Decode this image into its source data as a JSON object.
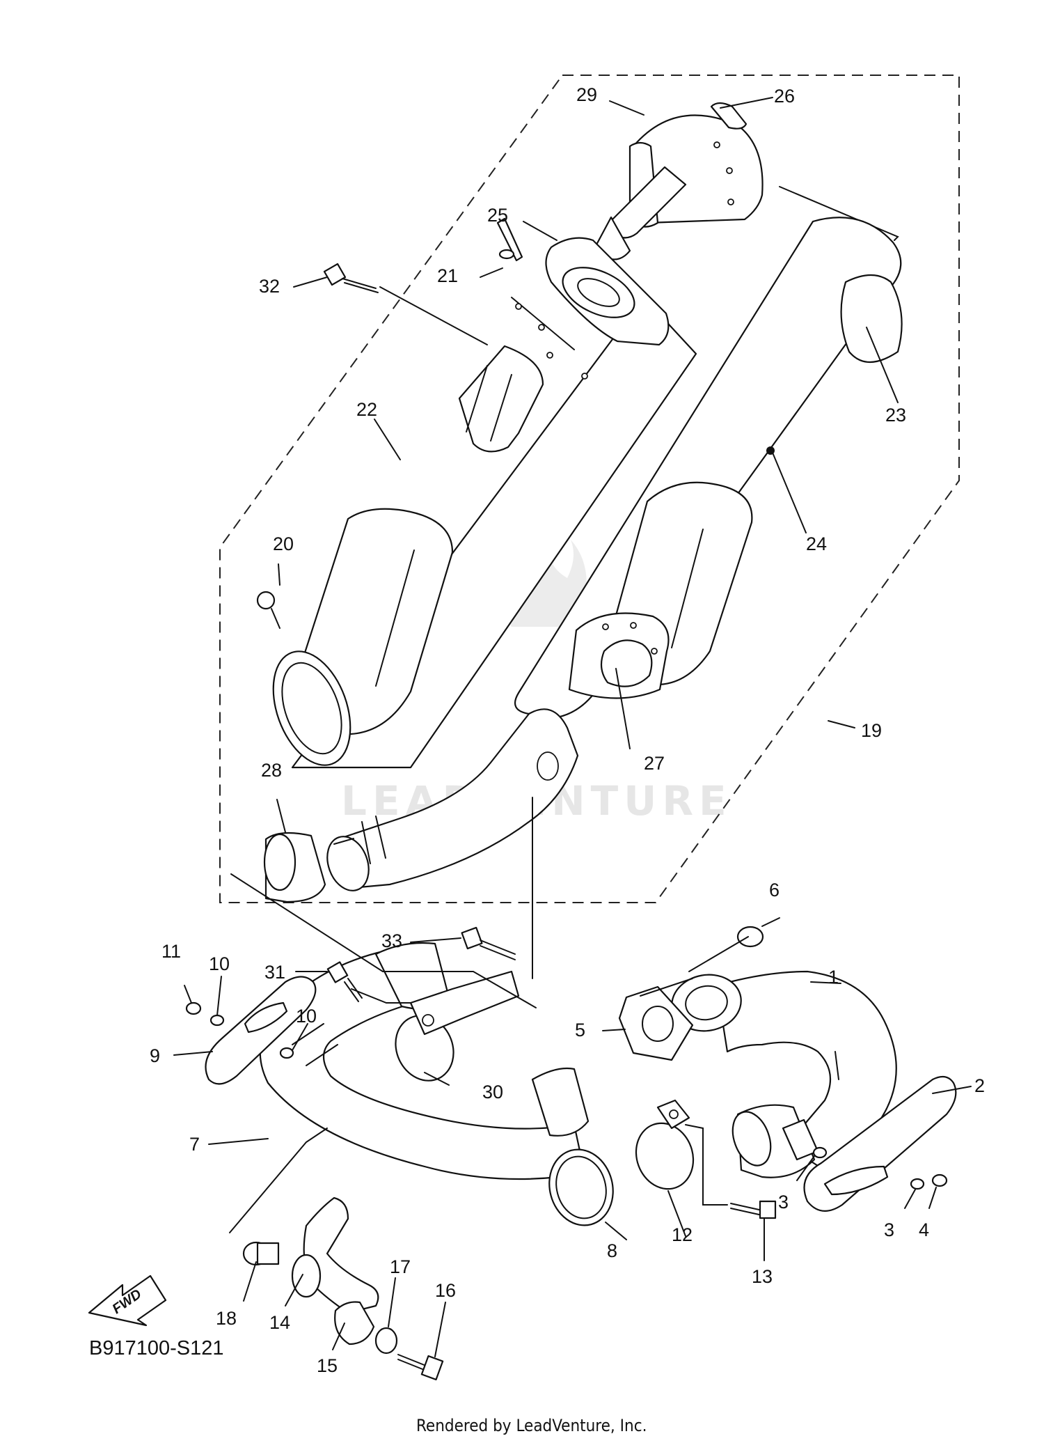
{
  "diagram_code": "B917100-S121",
  "credit": "Rendered by LeadVenture, Inc.",
  "watermark": "LEADVENTURE",
  "fwd_badge": "FWD",
  "part_labels": [
    "1",
    "2",
    "3",
    "3",
    "4",
    "5",
    "6",
    "7",
    "8",
    "9",
    "10",
    "10",
    "11",
    "12",
    "13",
    "14",
    "15",
    "16",
    "17",
    "18",
    "19",
    "20",
    "21",
    "22",
    "23",
    "24",
    "25",
    "26",
    "27",
    "28",
    "29",
    "30",
    "31",
    "32",
    "33"
  ]
}
